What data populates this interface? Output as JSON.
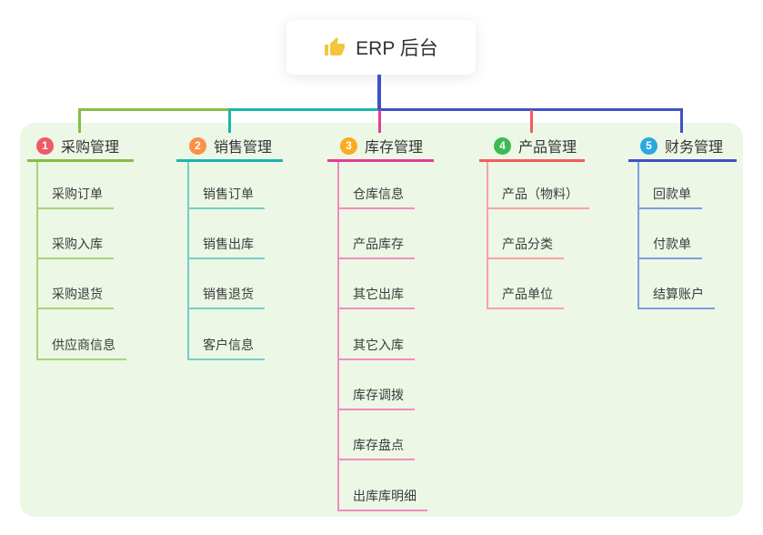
{
  "root": {
    "title": "ERP 后台",
    "icon": "thumbs-up-icon",
    "icon_color": "#f5c53c",
    "connector_color": "#3d52c8"
  },
  "branches": [
    {
      "number": "1",
      "label": "采购管理",
      "badge_color": "#ee5a66",
      "line_color": "#84bf41",
      "light_line_color": "#a9d378",
      "items": [
        "采购订单",
        "采购入库",
        "采购退货",
        "供应商信息"
      ]
    },
    {
      "number": "2",
      "label": "销售管理",
      "badge_color": "#fd9048",
      "line_color": "#1cb5ae",
      "light_line_color": "#73cfc8",
      "items": [
        "销售订单",
        "销售出库",
        "销售退货",
        "客户信息"
      ]
    },
    {
      "number": "3",
      "label": "库存管理",
      "badge_color": "#fbab20",
      "line_color": "#e23d94",
      "light_line_color": "#f18cbd",
      "items": [
        "仓库信息",
        "产品库存",
        "其它出库",
        "其它入库",
        "库存调拨",
        "库存盘点",
        "出库库明细"
      ]
    },
    {
      "number": "4",
      "label": "产品管理",
      "badge_color": "#3cba54",
      "line_color": "#f55b5e",
      "light_line_color": "#f8a3a2",
      "items": [
        "产品（物料）",
        "产品分类",
        "产品单位"
      ]
    },
    {
      "number": "5",
      "label": "财务管理",
      "badge_color": "#2ba8e2",
      "line_color": "#3d52c8",
      "light_line_color": "#7d9ce3",
      "items": [
        "回款单",
        "付款单",
        "结算账户"
      ]
    }
  ],
  "theme": {
    "panel_bg": "#ecf7e6",
    "page_bg": "#ffffff",
    "text_color": "#3c3c3c"
  }
}
